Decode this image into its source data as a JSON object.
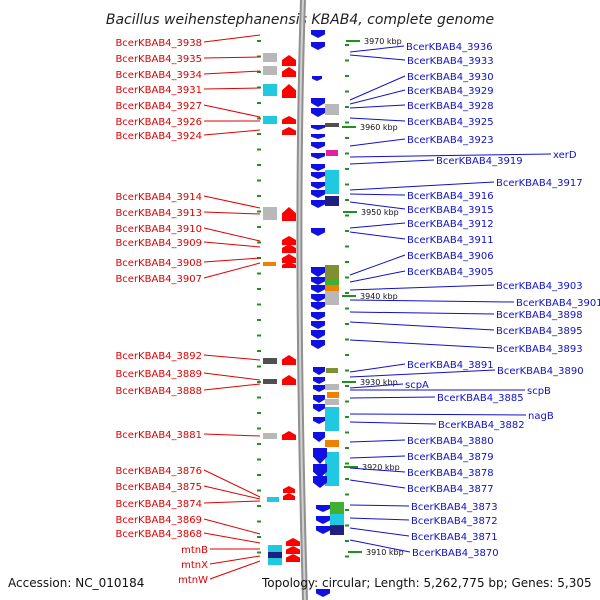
{
  "title": "Bacillus weihenstephanensis KBAB4, complete genome",
  "footer": {
    "accession": "Accession: NC_010184",
    "topology": "Topology: circular; Length: 5,262,775 bp; Genes: 5,305"
  },
  "colors": {
    "left_label": "#e00000",
    "right_label": "#1010c8",
    "forward_gene": "#ff0000",
    "reverse_gene": "#1010e0",
    "axis_tick": "#209020",
    "cyan": "#20c8e0",
    "gray": "#b8b8b8",
    "dark_gray": "#505050",
    "orange": "#f08000",
    "magenta": "#e0209c",
    "olive": "#809030",
    "navy": "#202080",
    "green": "#40b030"
  },
  "kbp_ticks": [
    "3970 kbp",
    "3960 kbp",
    "3950 kbp",
    "3940 kbp",
    "3930 kbp",
    "3920 kbp",
    "3910 kbp"
  ],
  "left_genes": [
    "BcerKBAB4_3938",
    "BcerKBAB4_3935",
    "BcerKBAB4_3934",
    "BcerKBAB4_3931",
    "BcerKBAB4_3927",
    "BcerKBAB4_3926",
    "BcerKBAB4_3924",
    "BcerKBAB4_3914",
    "BcerKBAB4_3913",
    "BcerKBAB4_3910",
    "BcerKBAB4_3909",
    "BcerKBAB4_3908",
    "BcerKBAB4_3907",
    "BcerKBAB4_3892",
    "BcerKBAB4_3889",
    "BcerKBAB4_3888",
    "BcerKBAB4_3881",
    "BcerKBAB4_3876",
    "BcerKBAB4_3875",
    "BcerKBAB4_3874",
    "BcerKBAB4_3869",
    "BcerKBAB4_3868",
    "mtnB",
    "mtnX",
    "mtnW"
  ],
  "right_genes": [
    "BcerKBAB4_3936",
    "BcerKBAB4_3933",
    "BcerKBAB4_3930",
    "BcerKBAB4_3929",
    "BcerKBAB4_3928",
    "BcerKBAB4_3925",
    "BcerKBAB4_3923",
    "xerD",
    "BcerKBAB4_3919",
    "BcerKBAB4_3917",
    "BcerKBAB4_3916",
    "BcerKBAB4_3915",
    "BcerKBAB4_3912",
    "BcerKBAB4_3911",
    "BcerKBAB4_3906",
    "BcerKBAB4_3905",
    "BcerKBAB4_3903",
    "BcerKBAB4_3901",
    "BcerKBAB4_3898",
    "BcerKBAB4_3895",
    "BcerKBAB4_3893",
    "BcerKBAB4_3891",
    "BcerKBAB4_3890",
    "scpA",
    "scpB",
    "BcerKBAB4_3885",
    "nagB",
    "BcerKBAB4_3882",
    "BcerKBAB4_3880",
    "BcerKBAB4_3879",
    "BcerKBAB4_3878",
    "BcerKBAB4_3877",
    "BcerKBAB4_3873",
    "BcerKBAB4_3872",
    "BcerKBAB4_3871",
    "BcerKBAB4_3870"
  ]
}
